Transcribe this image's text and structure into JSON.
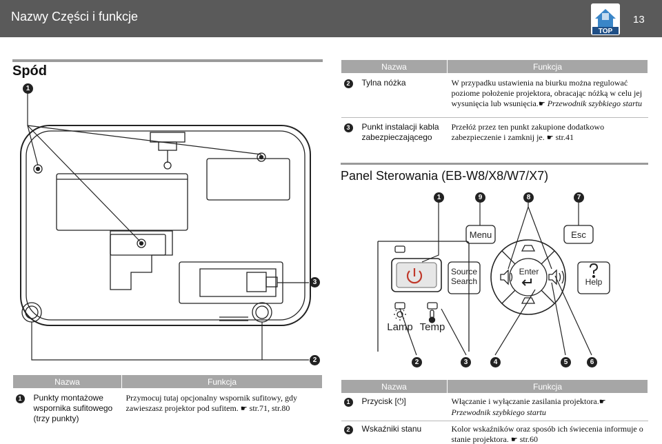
{
  "header": {
    "title": "Nazwy Części i funkcje",
    "page_number": "13",
    "top_label": "TOP"
  },
  "bottom_section": {
    "title": "Spód",
    "callouts": [
      "1",
      "2",
      "3"
    ]
  },
  "table_top_right": {
    "col_name": "Nazwa",
    "col_function": "Funkcja",
    "rows": [
      {
        "num": "2",
        "name": "Tylna nóżka",
        "function": "W przypadku ustawienia na biurku można regulować poziome położenie projektora, obracając nóżką w celu jej wysunięcia lub wsunięcia.",
        "ref": "Przewodnik szybkiego startu"
      },
      {
        "num": "3",
        "name": "Punkt instalacji kabla zabezpieczającego",
        "function": "Przełóż przez ten punkt zakupione dodatkowo zabezpieczenie i zamknij je.",
        "ref": "str.41"
      }
    ]
  },
  "control_panel": {
    "title": "Panel Sterowania (EB-W8/X8/W7/X7)",
    "callouts_top": [
      "1",
      "9",
      "8",
      "7"
    ],
    "callouts_bottom": [
      "2",
      "3",
      "4",
      "5",
      "6"
    ],
    "buttons": {
      "menu": "Menu",
      "esc": "Esc",
      "source_line1": "Source",
      "source_line2": "Search",
      "enter": "Enter",
      "help": "Help"
    },
    "indicators": {
      "lamp": "Lamp",
      "temp": "Temp"
    }
  },
  "table_bottom_left": {
    "col_name": "Nazwa",
    "col_function": "Funkcja",
    "rows": [
      {
        "num": "1",
        "name": "Punkty montażowe wspornika sufitowego (trzy punkty)",
        "function": "Przymocuj tutaj opcjonalny wspornik sufitowy, gdy zawieszasz projektor pod sufitem.",
        "ref": "str.71, str.80"
      }
    ]
  },
  "table_bottom_right": {
    "col_name": "Nazwa",
    "col_function": "Funkcja",
    "rows": [
      {
        "num": "1",
        "name": "Przycisk [⏻]",
        "function": "Włączanie i wyłączanie zasilania projektora.",
        "ref": "Przewodnik szybkiego startu"
      },
      {
        "num": "2",
        "name": "Wskaźniki stanu",
        "function": "Kolor wskaźników oraz sposób ich świecenia informuje o stanie projektora.",
        "ref": "str.60"
      }
    ]
  },
  "colors": {
    "header_bg": "#5a5a5a",
    "table_header_bg": "#a6a6a6",
    "rule": "#9a9a9a"
  }
}
